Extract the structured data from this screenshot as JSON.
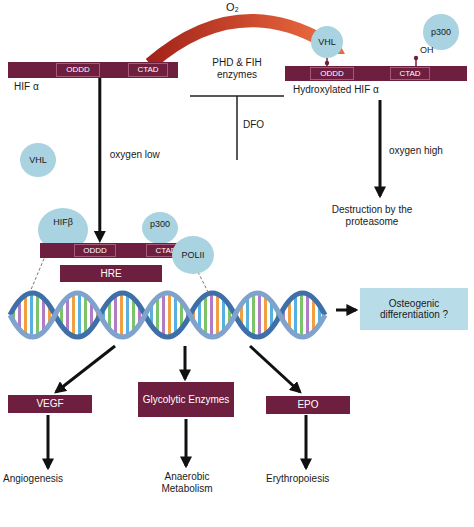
{
  "diagram": {
    "nodes": [
      {
        "text": [
          "HIF α"
        ]
      },
      {
        "text": [
          "ODDD"
        ],
        "in": 0
      },
      {
        "text": [
          "CTAD"
        ],
        "in": 0
      },
      {
        "text": [
          "VHL"
        ]
      },
      {
        "text": [
          "p300"
        ]
      },
      {
        "text": [
          "Hydroxylated HIF  α"
        ]
      },
      {
        "text": [
          "ODDD"
        ],
        "in": 5
      },
      {
        "text": [
          "CTAD"
        ],
        "in": 5
      },
      {
        "text": [
          "VHL"
        ]
      },
      {
        "text": [
          "HIFβ"
        ]
      },
      {
        "text": [
          "p300"
        ]
      },
      {
        "text": [
          ""
        ]
      },
      {
        "text": [
          "ODDD"
        ],
        "in": 11
      },
      {
        "text": [
          "CTAD"
        ],
        "in": 11
      },
      {
        "text": [
          "POLII"
        ]
      },
      {
        "text": [
          "HRE"
        ]
      },
      {
        "text": [
          "Osteogenic differentiation ?"
        ]
      },
      {
        "text": [
          "VEGF"
        ]
      },
      {
        "text": [
          "Glycolytic Enzymes"
        ]
      },
      {
        "text": [
          "EPO"
        ]
      }
    ],
    "edges": [
      {
        "from": 0,
        "to": 11,
        "arrow": "to",
        "label": "oxygen low"
      }
    ],
    "labels": [
      "O₂",
      "PHD & FIH enzymes",
      "DFO",
      "OH",
      "oxygen high",
      "Destruction by the proteasome",
      "Angiogenesis",
      "Anaerobic Metabolism",
      "Erythropoiesis"
    ]
  }
}
